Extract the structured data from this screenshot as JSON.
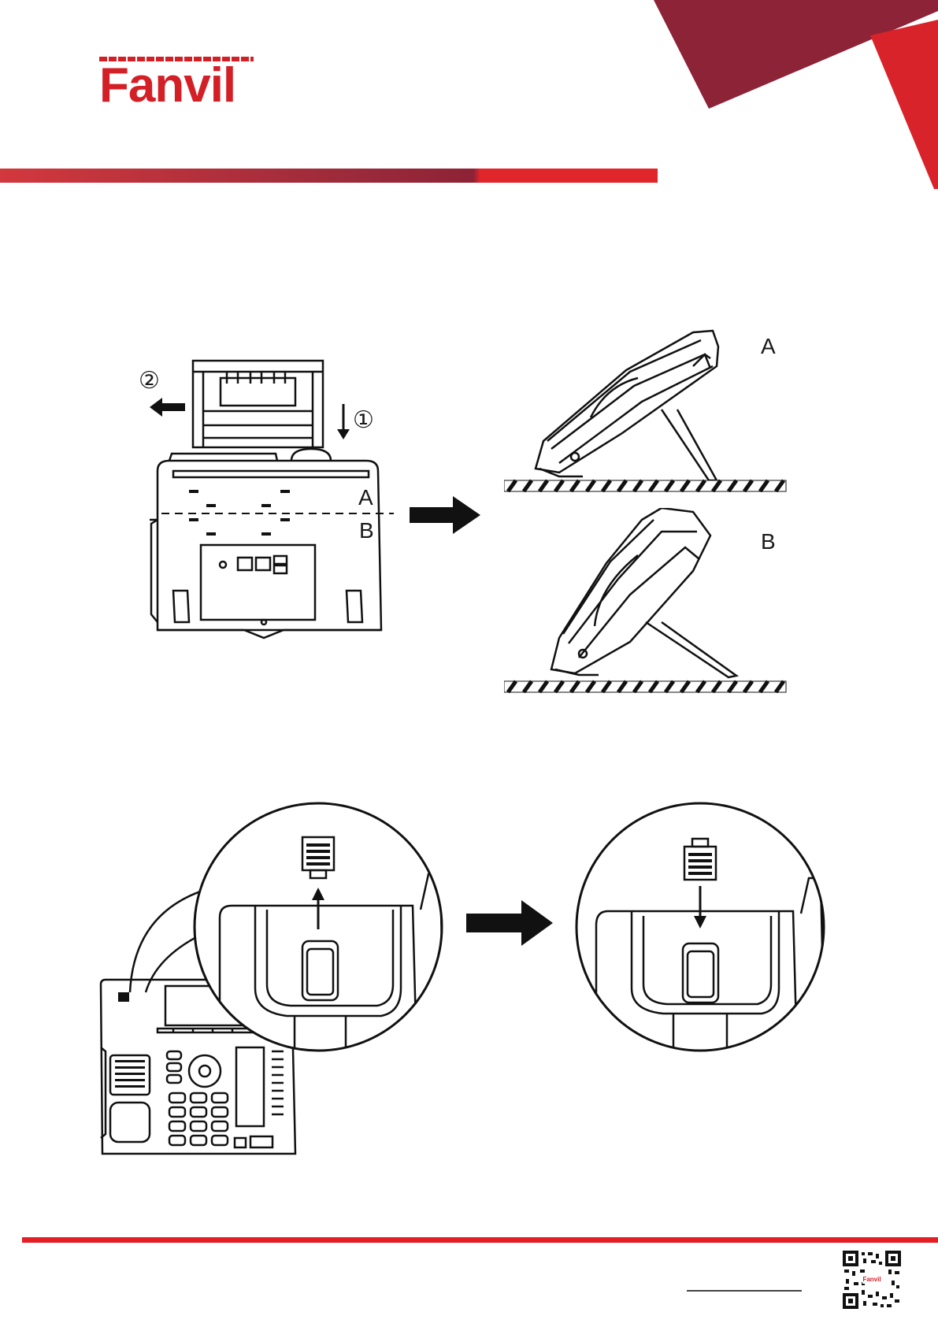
{
  "header": {
    "logo_text": "Fanvil",
    "colors": {
      "brand_red": "#d32027",
      "dark_red": "#8c1f36",
      "mid_red": "#c33a3f"
    }
  },
  "stand_section": {
    "step1_label": "①",
    "step2_label": "②",
    "position_a_label": "A",
    "position_b_label": "B",
    "side_view_a_label": "A",
    "side_view_b_label": "B"
  },
  "hook_section": {},
  "footer": {
    "line_color": "#e31e24",
    "qr_logo_text": "Fanvil"
  }
}
